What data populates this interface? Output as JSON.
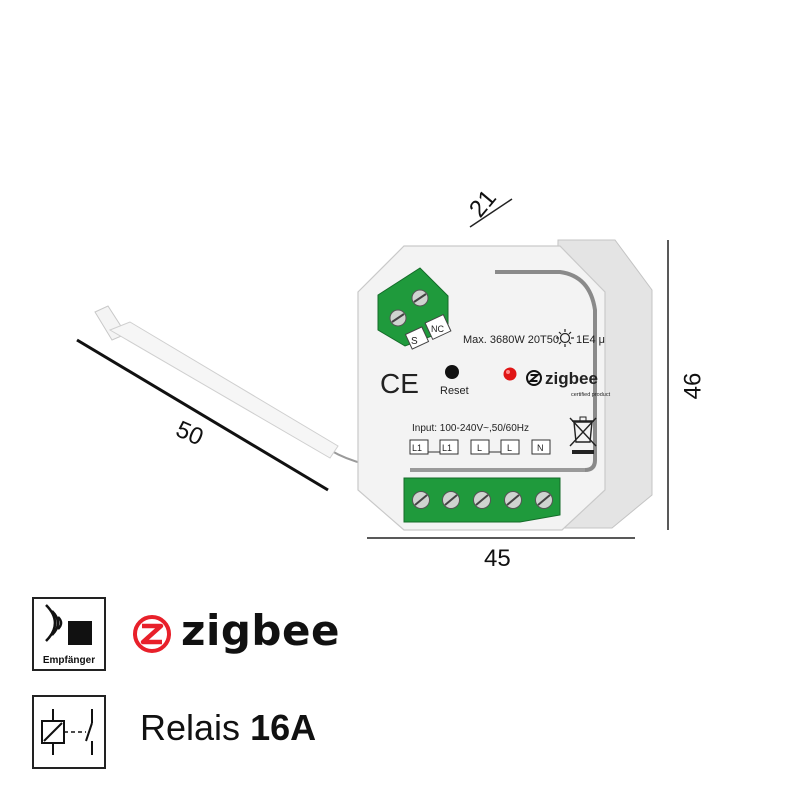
{
  "dimensions": {
    "depth": "21",
    "antenna_length": "50",
    "width": "45",
    "height": "46"
  },
  "device": {
    "max_rating": "Max. 3680W 20T50",
    "lamp_rating": "1E4 μ",
    "reset_label": "Reset",
    "zigbee_label": "zigbee",
    "certified_label": "certified product",
    "ce_mark": "CE",
    "input_rating": "Input: 100-240V~,50/60Hz",
    "top_terminals": [
      "S",
      "NC"
    ],
    "bottom_terminals": [
      "L1",
      "L1",
      "L",
      "L",
      "N"
    ],
    "colors": {
      "body": "#f2f2f2",
      "terminal_green": "#1f9a3c",
      "led_red": "#e01515",
      "reset_black": "#111111"
    }
  },
  "legend": {
    "receiver_label": "Empfänger",
    "zigbee_logo_text": "zigbee",
    "zigbee_color": "#e8202a",
    "relais_text": "Relais",
    "relais_value": "16A"
  }
}
